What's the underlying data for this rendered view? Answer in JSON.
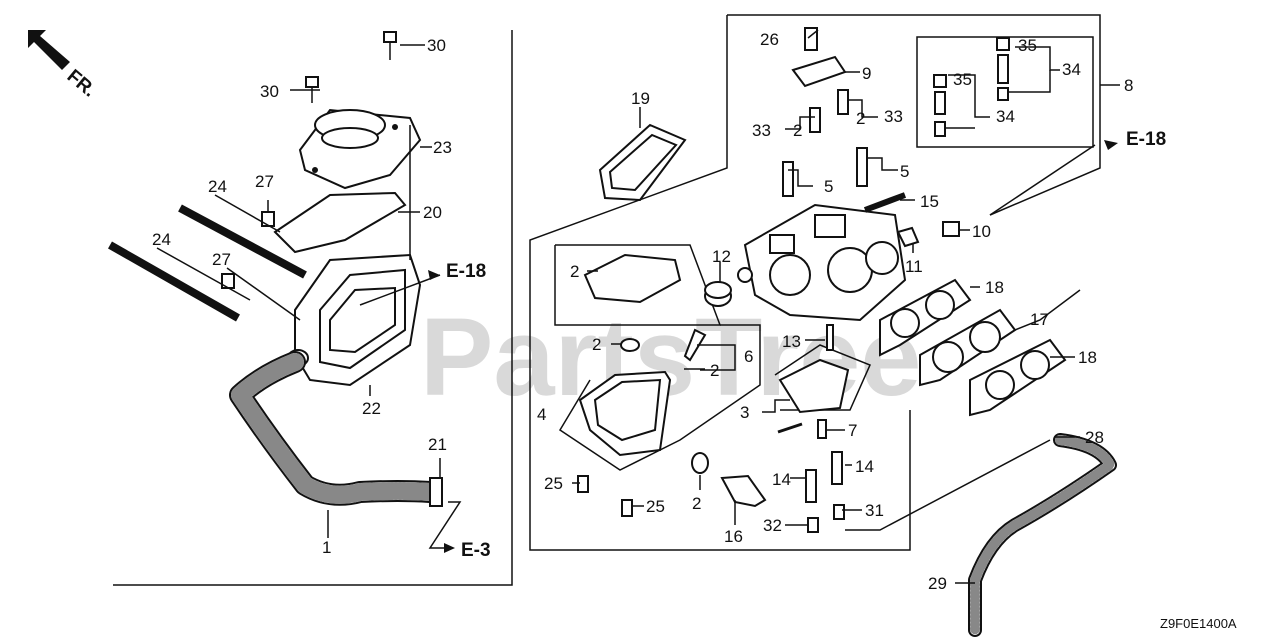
{
  "watermark": "PartsTree",
  "direction_marker": "FR.",
  "diagram_code": "Z9F0E1400A",
  "references": {
    "e18_left": "E-18",
    "e18_right": "E-18",
    "e3": "E-3"
  },
  "labels": {
    "p1": "1",
    "p2a": "2",
    "p2b": "2",
    "p2c": "2",
    "p2d": "2",
    "p2e": "2",
    "p2f": "2",
    "p3": "3",
    "p4": "4",
    "p5a": "5",
    "p5b": "5",
    "p6": "6",
    "p7": "7",
    "p8": "8",
    "p9": "9",
    "p10": "10",
    "p11": "11",
    "p12": "12",
    "p13": "13",
    "p14a": "14",
    "p14b": "14",
    "p15": "15",
    "p16": "16",
    "p17": "17",
    "p18a": "18",
    "p18b": "18",
    "p19": "19",
    "p20": "20",
    "p21": "21",
    "p22": "22",
    "p23": "23",
    "p24a": "24",
    "p24b": "24",
    "p25a": "25",
    "p25b": "25",
    "p26": "26",
    "p27a": "27",
    "p27b": "27",
    "p28": "28",
    "p29": "29",
    "p30a": "30",
    "p30b": "30",
    "p31": "31",
    "p32": "32",
    "p33a": "33",
    "p33b": "33",
    "p34a": "34",
    "p34b": "34",
    "p35a": "35",
    "p35b": "35"
  }
}
